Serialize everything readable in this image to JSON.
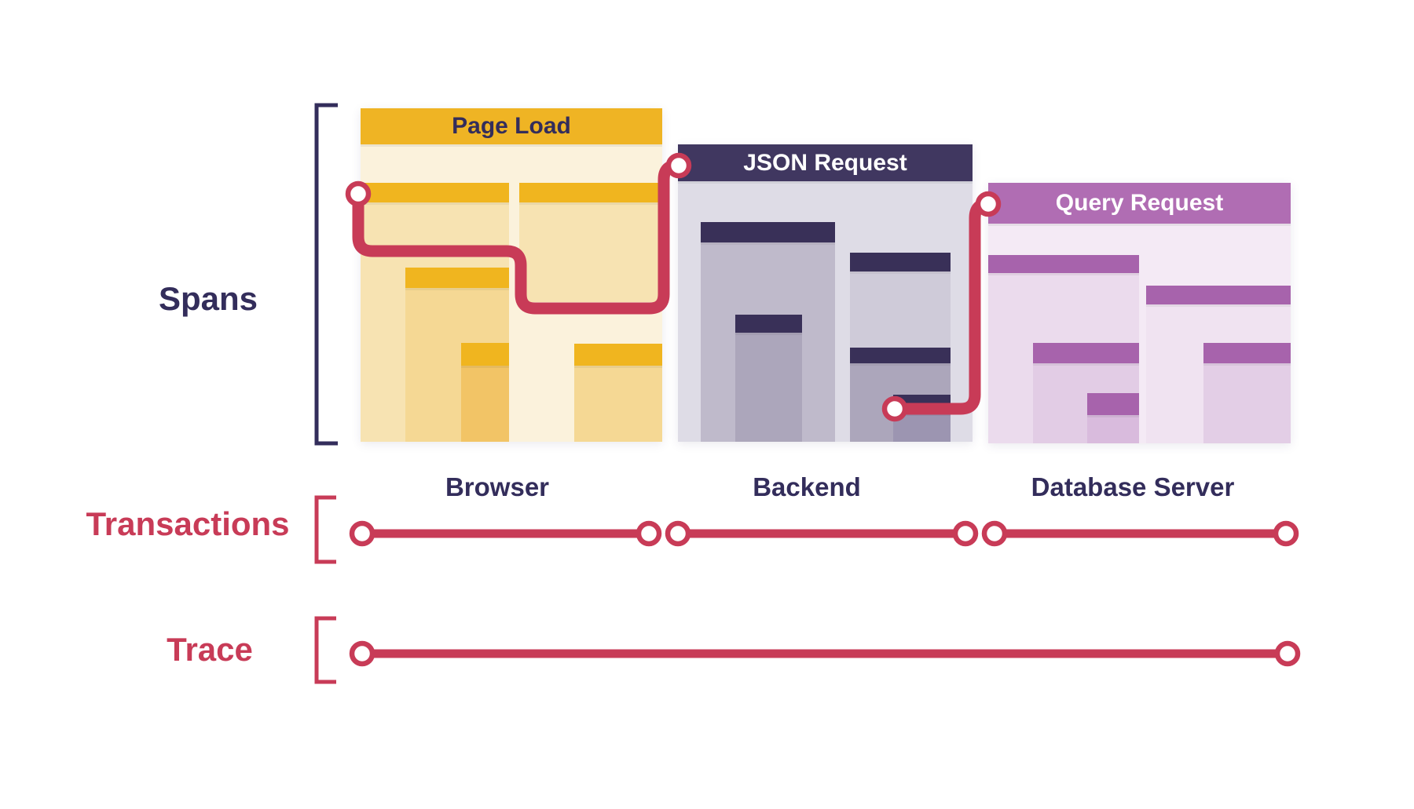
{
  "diagram": {
    "labels": {
      "spans": "Spans",
      "transactions": "Transactions",
      "trace": "Trace"
    },
    "panels": [
      {
        "title": "Page Load",
        "tier": "Browser"
      },
      {
        "title": "JSON Request",
        "tier": "Backend"
      },
      {
        "title": "Query Request",
        "tier": "Database Server"
      }
    ]
  },
  "colors": {
    "crimson": "#C83B57",
    "navy-text": "#332D5B",
    "navy-header": "#403760",
    "navy-bar": "#393058",
    "gold-header": "#EFB424",
    "gold-bar": "#F0B51F",
    "cream": "#FBF2DC",
    "gold-l2": "#F7E3B2",
    "gold-l3": "#F5D894",
    "gold-l4": "#F2C466",
    "gray-body": "#DEDCE6",
    "gray-l2": "#BFBACB",
    "gray-l3": "#ACA6BB",
    "gray-r1": "#CFCBD9",
    "gray-l4": "#9C95B1",
    "purple-header": "#B06DB3",
    "purple-bar": "#A763AC",
    "lav-body": "#F4EAF5",
    "lav-l2": "#EBDBED",
    "lav-l3": "#E2CCE5",
    "lav-l4": "#D9BBDD",
    "lav-r1": "#F0E3F1",
    "lav-r2": "#E3CEE6"
  }
}
